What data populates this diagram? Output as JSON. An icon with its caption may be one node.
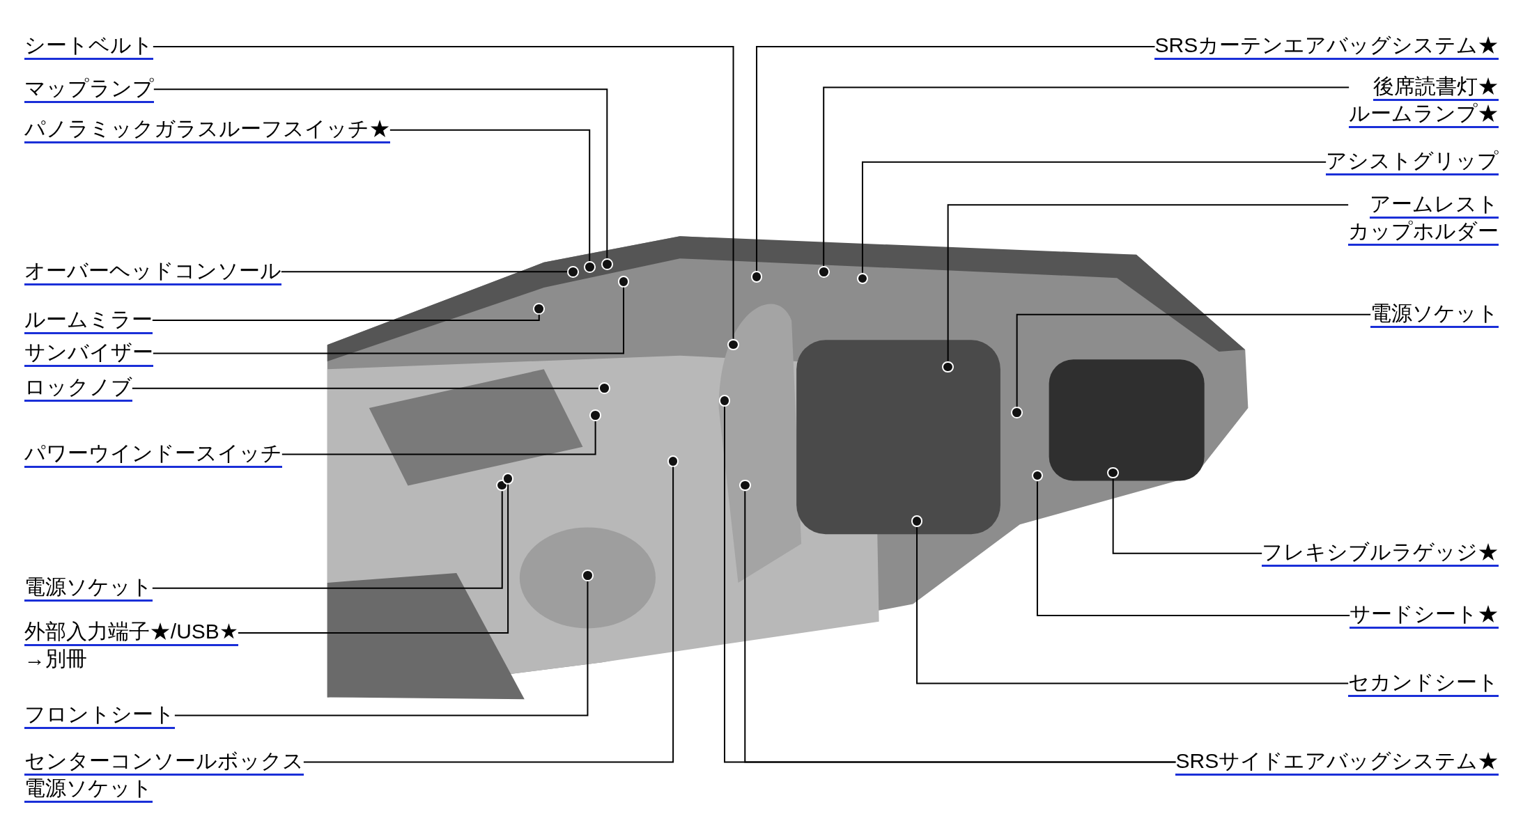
{
  "diagram": {
    "nodes": [
      {
        "text": [],
        "shape": "picture"
      },
      {
        "text": [
          "シートベルト"
        ]
      },
      {
        "text": [
          "マップランプ"
        ]
      },
      {
        "text": [
          "パノラミックガラスルーフスイッチ★"
        ]
      },
      {
        "text": [
          "オーバーヘッドコンソール"
        ]
      },
      {
        "text": [
          "ルームミラー"
        ]
      },
      {
        "text": [
          "サンバイザー"
        ]
      },
      {
        "text": [
          "ロックノブ"
        ]
      },
      {
        "text": [
          "パワーウインドースイッチ"
        ]
      },
      {
        "text": [
          "電源ソケット"
        ]
      },
      {
        "text": [
          "外部入力端子★/USB★",
          "→別冊"
        ]
      },
      {
        "text": [
          "フロントシート"
        ]
      },
      {
        "text": [
          "センターコンソールボックス",
          "電源ソケット"
        ]
      },
      {
        "text": [
          "SRSカーテンエアバッグシステム★"
        ]
      },
      {
        "text": [
          "後席読書灯★",
          "ルームランプ★"
        ]
      },
      {
        "text": [
          "アシストグリップ"
        ]
      },
      {
        "text": [
          "アームレスト",
          "カップホルダー"
        ]
      },
      {
        "text": [
          "電源ソケット"
        ]
      },
      {
        "text": [
          "フレキシブルラゲッジ★"
        ]
      },
      {
        "text": [
          "サードシート★"
        ]
      },
      {
        "text": [
          "セカンドシート"
        ]
      },
      {
        "text": [
          "SRSサイドエアバッグシステム★"
        ]
      },
      {
        "text": [],
        "shape": "circle",
        "in": 0
      },
      {
        "text": [],
        "shape": "circle",
        "in": 0
      },
      {
        "text": [],
        "shape": "circle",
        "in": 0
      },
      {
        "text": [],
        "shape": "circle",
        "in": 0
      },
      {
        "text": [],
        "shape": "circle",
        "in": 0
      },
      {
        "text": [],
        "shape": "circle",
        "in": 0
      },
      {
        "text": [],
        "shape": "circle",
        "in": 0
      },
      {
        "text": [],
        "shape": "circle",
        "in": 0
      },
      {
        "text": [],
        "shape": "circle",
        "in": 0
      },
      {
        "text": [],
        "shape": "circle",
        "in": 0
      },
      {
        "text": [],
        "shape": "circle",
        "in": 0
      },
      {
        "text": [],
        "shape": "circle",
        "in": 0
      },
      {
        "text": [],
        "shape": "circle",
        "in": 0
      },
      {
        "text": [],
        "shape": "circle",
        "in": 0
      },
      {
        "text": [],
        "shape": "circle",
        "in": 0
      },
      {
        "text": [],
        "shape": "circle",
        "in": 0
      },
      {
        "text": [],
        "shape": "circle",
        "in": 0
      },
      {
        "text": [],
        "shape": "circle",
        "in": 0
      },
      {
        "text": [],
        "shape": "circle",
        "in": 0
      },
      {
        "text": [],
        "shape": "circle",
        "in": 0
      },
      {
        "text": [],
        "shape": "circle",
        "in": 0
      },
      {
        "text": [],
        "shape": "circle",
        "in": 0
      }
    ],
    "edges": [
      {
        "from": 1,
        "to": 34,
        "arrow": "none"
      },
      {
        "from": 2,
        "to": 30,
        "arrow": "none"
      },
      {
        "from": 3,
        "to": 27,
        "arrow": "none"
      },
      {
        "from": 4,
        "to": 25,
        "arrow": "none"
      },
      {
        "from": 5,
        "to": 24,
        "arrow": "none"
      },
      {
        "from": 6,
        "to": 31,
        "arrow": "none"
      },
      {
        "from": 7,
        "to": 29,
        "arrow": "none"
      },
      {
        "from": 8,
        "to": 28,
        "arrow": "none"
      },
      {
        "from": 9,
        "to": 22,
        "arrow": "none"
      },
      {
        "from": 10,
        "to": 23,
        "arrow": "none"
      },
      {
        "from": 11,
        "to": 26,
        "arrow": "none"
      },
      {
        "from": 12,
        "to": 32,
        "arrow": "none"
      },
      {
        "from": 13,
        "to": 36,
        "arrow": "none"
      },
      {
        "from": 14,
        "to": 37,
        "arrow": "none"
      },
      {
        "from": 15,
        "to": 38,
        "arrow": "none"
      },
      {
        "from": 16,
        "to": 40,
        "arrow": "none"
      },
      {
        "from": 17,
        "to": 41,
        "arrow": "none"
      },
      {
        "from": 18,
        "to": 43,
        "arrow": "none"
      },
      {
        "from": 19,
        "to": 42,
        "arrow": "none"
      },
      {
        "from": 20,
        "to": 39,
        "arrow": "none"
      },
      {
        "from": 21,
        "to": 33,
        "arrow": "none"
      },
      {
        "from": 21,
        "to": 35,
        "arrow": "none"
      }
    ]
  }
}
